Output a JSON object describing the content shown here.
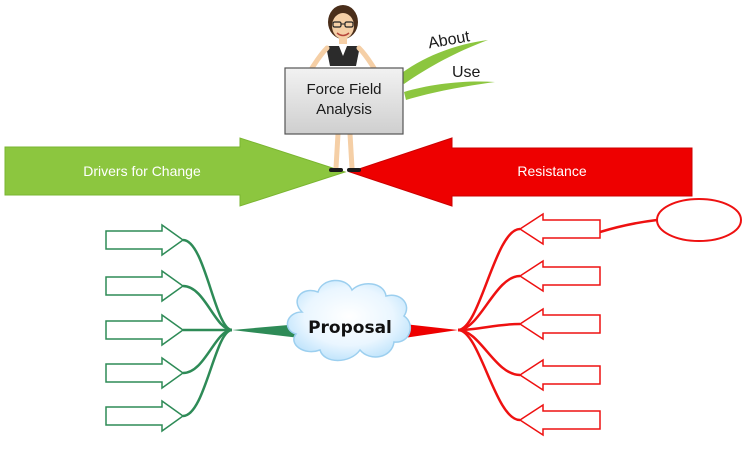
{
  "title_box": {
    "text": "Force Field Analysis",
    "line1": "Force Field",
    "line2": "Analysis"
  },
  "branches": {
    "about": "About",
    "use": "Use"
  },
  "drivers": {
    "label": "Drivers for Change",
    "color": "#8cc63f",
    "branch_color": "#2e8b57",
    "box_count": 5
  },
  "resistance": {
    "label": "Resistance",
    "color": "#ee0000",
    "branch_color": "#ee1111",
    "box_count": 5
  },
  "central_topic": {
    "label": "Proposal"
  },
  "branch_accent_color": "#8cc63f"
}
